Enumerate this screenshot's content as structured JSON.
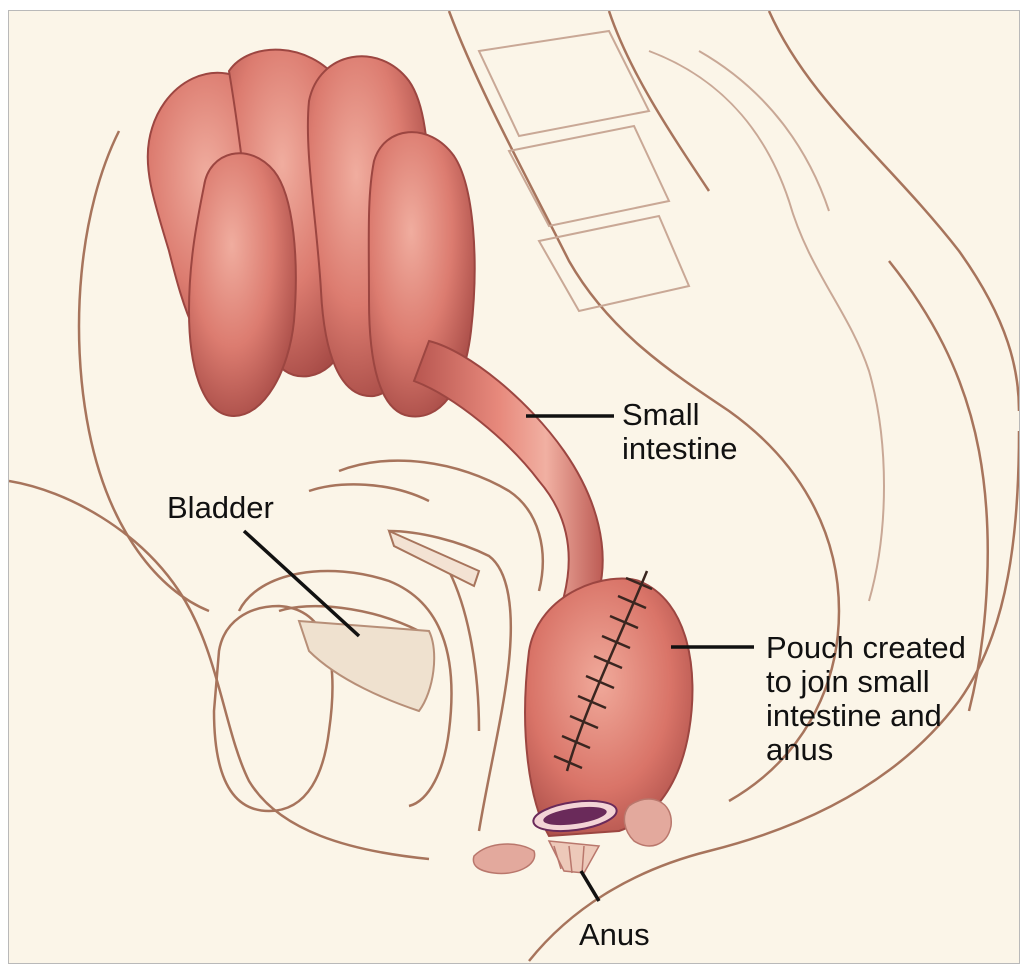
{
  "labels": {
    "small_intestine": [
      "Small",
      "intestine"
    ],
    "bladder": [
      "Bladder"
    ],
    "pouch": [
      "Pouch created",
      "to join small",
      "intestine and",
      "anus"
    ],
    "anus": [
      "Anus"
    ]
  },
  "colors": {
    "background": "#fbf5e8",
    "outline": "#a7745c",
    "intestine": "#d9776d",
    "intestine_dark": "#a94d48",
    "intestine_light": "#efa89a",
    "stitch": "#3a2620",
    "leader": "#111111",
    "anus_lumen": "#6a2a5a"
  }
}
